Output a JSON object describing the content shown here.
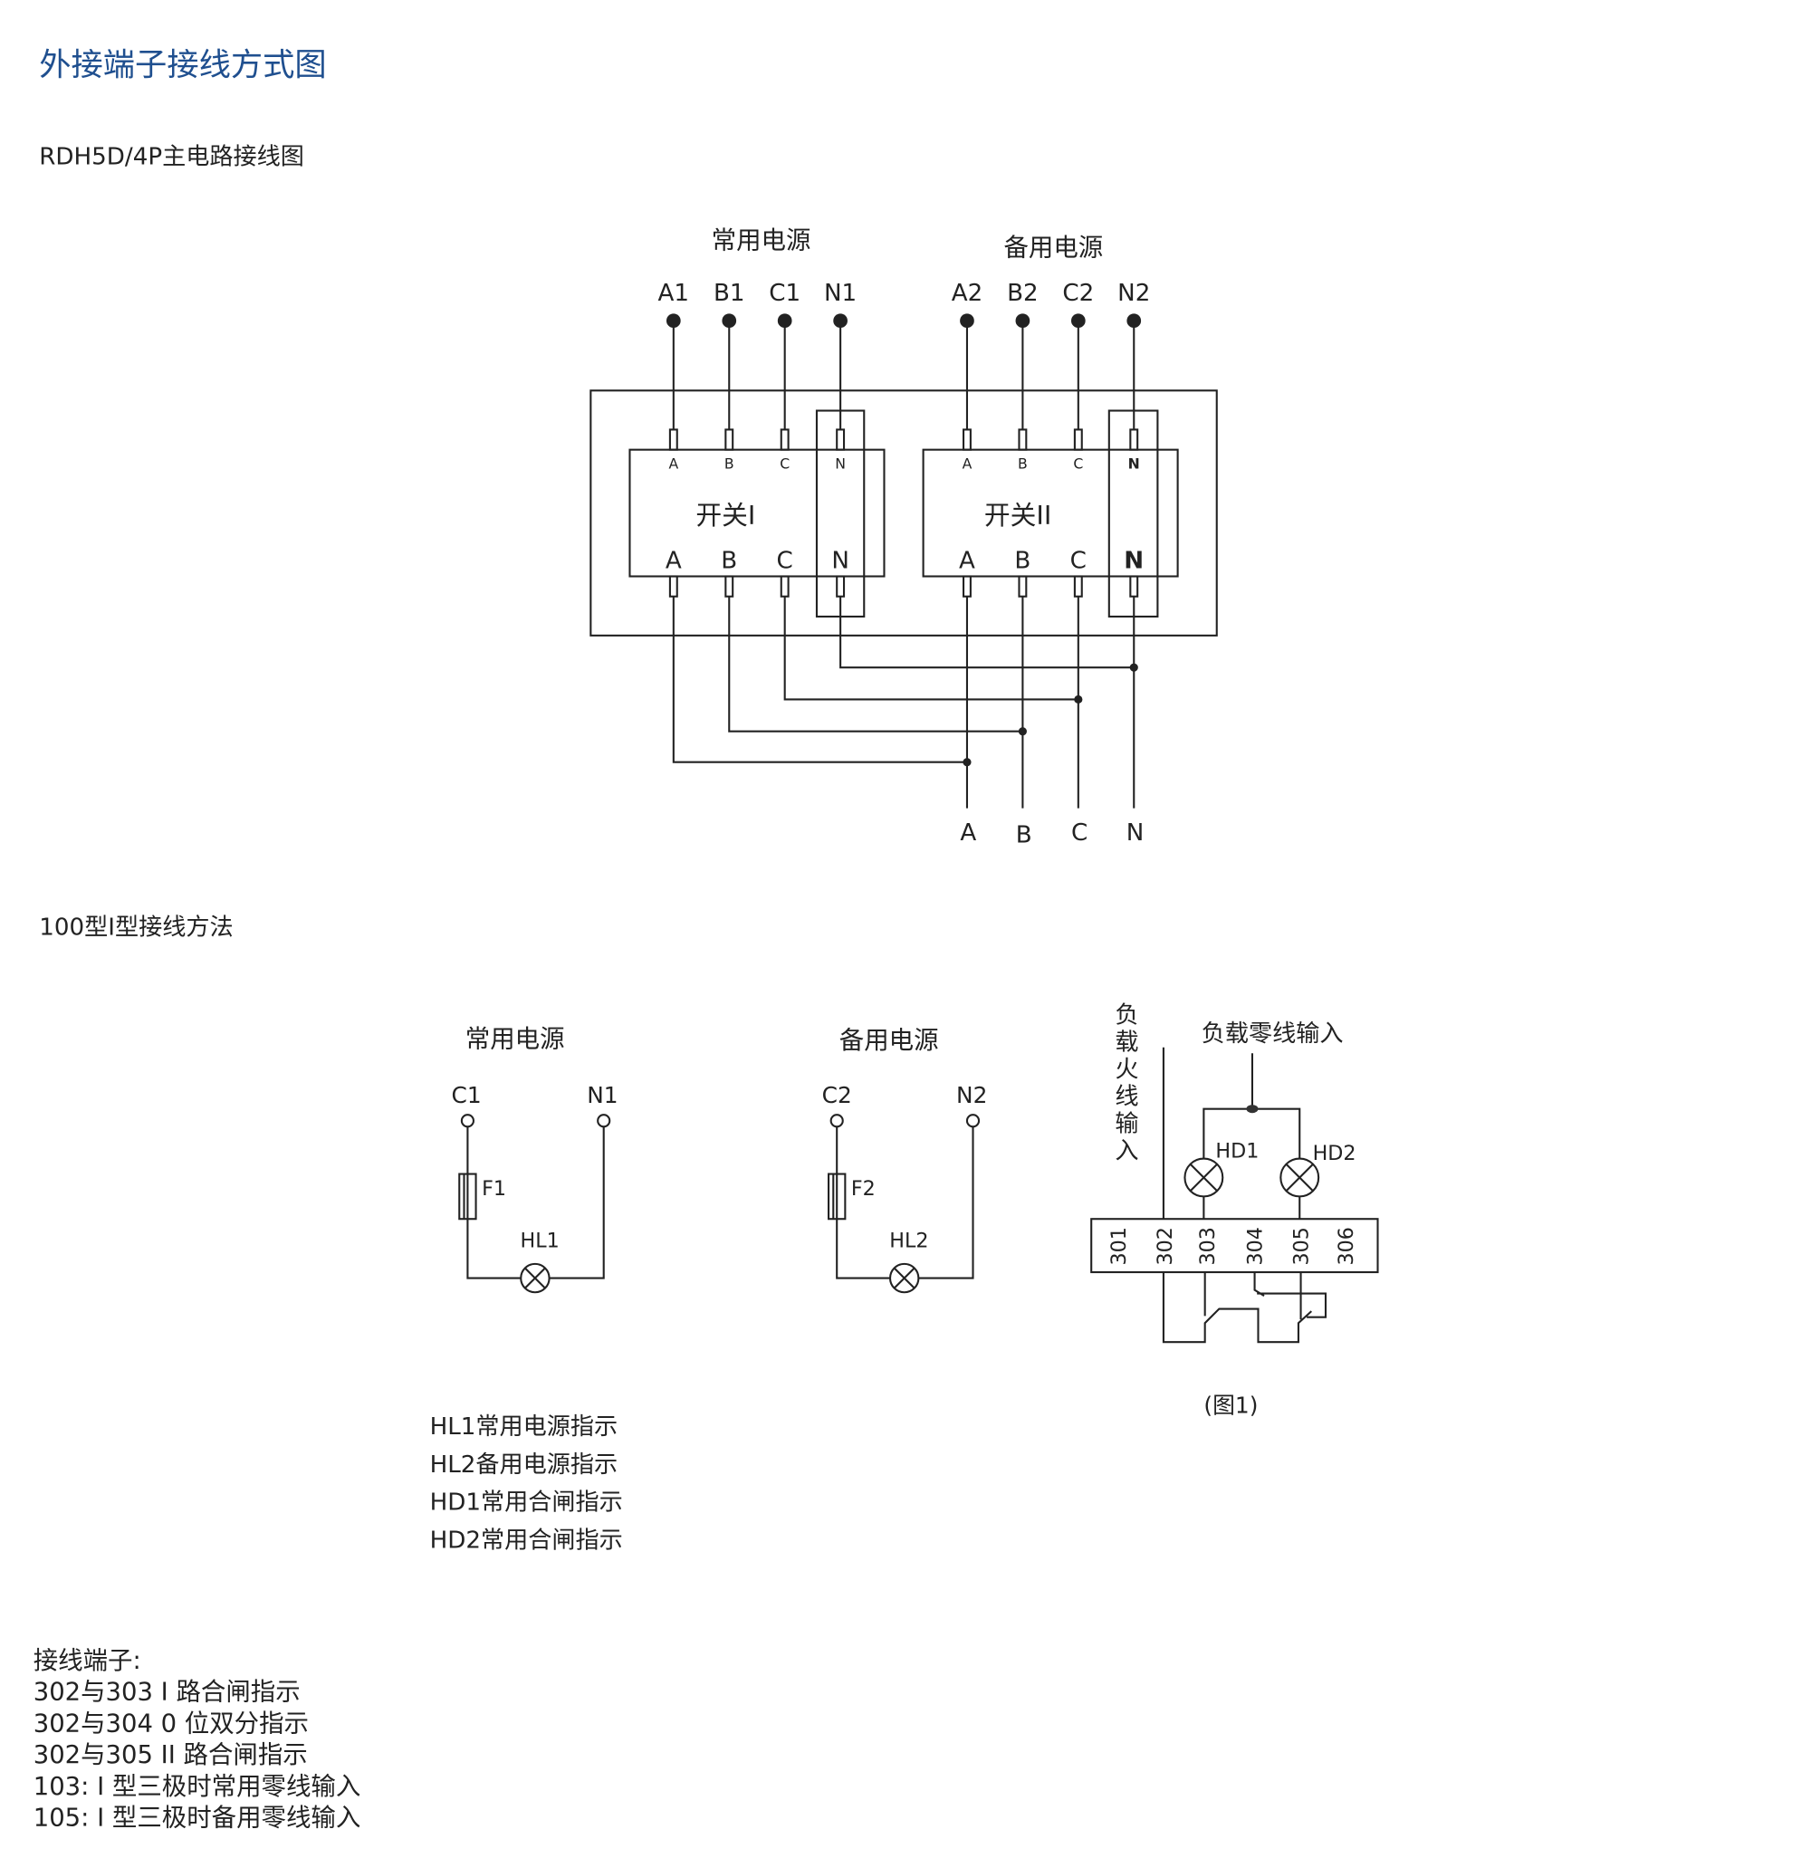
{
  "title": "外接端子接线方式图",
  "title_color": "#1f4f8f",
  "main_circuit": {
    "heading": "RDH5D/4P主电路接线图",
    "normal_source": "常用电源",
    "backup_source": "备用电源",
    "normal_terminals": [
      "A1",
      "B1",
      "C1",
      "N1"
    ],
    "backup_terminals": [
      "A2",
      "B2",
      "C2",
      "N2"
    ],
    "switch1": "开关I",
    "switch2": "开关II",
    "pole_labels": [
      "A",
      "B",
      "C",
      "N"
    ],
    "outputs": [
      "A",
      "B",
      "C",
      "N"
    ]
  },
  "type_i": {
    "heading": "100型I型接线方法",
    "normal_source": "常用电源",
    "backup_source": "备用电源",
    "c1": "C1",
    "n1": "N1",
    "f1": "F1",
    "hl1": "HL1",
    "c2": "C2",
    "n2": "N2",
    "f2": "F2",
    "hl2": "HL2",
    "load_live": [
      "负",
      "载",
      "火",
      "线",
      "输",
      "入"
    ],
    "load_neutral": "负载零线输入",
    "hd1": "HD1",
    "hd2": "HD2",
    "terminals": [
      "301",
      "302",
      "303",
      "304",
      "305",
      "306"
    ],
    "figure_caption": "(图1)",
    "legend": [
      "HL1常用电源指示",
      "HL2备用电源指示",
      "HD1常用合闸指示",
      "HD2常用合闸指示"
    ]
  },
  "notes": [
    "接线端子:",
    "302与303 I 路合闸指示",
    "302与304 0 位双分指示",
    "302与305 II 路合闸指示",
    "103: I 型三极时常用零线输入",
    "105: I 型三极时备用零线输入"
  ]
}
